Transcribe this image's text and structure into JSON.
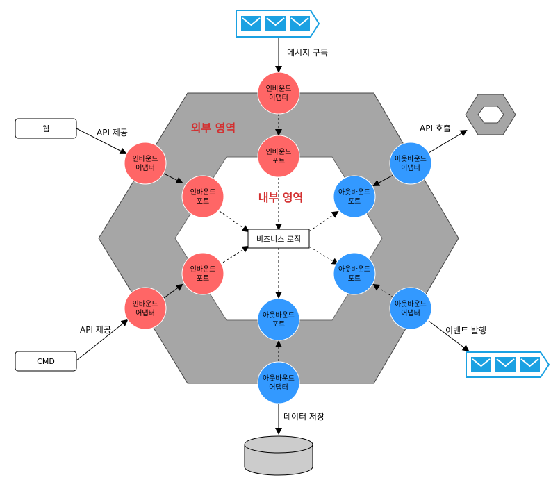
{
  "zones": {
    "outer": "외부 영역",
    "inner": "내부 영역"
  },
  "core": {
    "label": "비즈니스 로직"
  },
  "inbound_adapter": {
    "line1": "인바운드",
    "line2": "어댑터"
  },
  "inbound_port": {
    "line1": "인바운드",
    "line2": "포트"
  },
  "outbound_adapter": {
    "line1": "아웃바운드",
    "line2": "어댑터"
  },
  "outbound_port": {
    "line1": "아웃바운드",
    "line2": "포트"
  },
  "external": {
    "web": "웹",
    "cmd": "CMD"
  },
  "edge_labels": {
    "subscribe": "메시지 구독",
    "api_provide_top": "API 제공",
    "api_provide_bottom": "API 제공",
    "api_call": "API 호출",
    "event_publish": "이벤트 발행",
    "data_store": "데이터 저장"
  },
  "colors": {
    "hex_outer": "#a6a6a6",
    "inbound": "#ff6666",
    "outbound": "#3399ff",
    "queue": "#1ba1e2",
    "zone_text": "#d32f2f"
  }
}
